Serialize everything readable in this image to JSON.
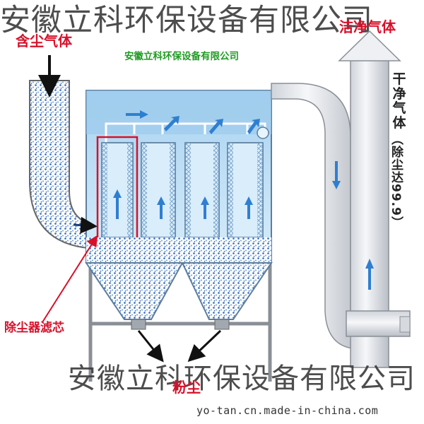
{
  "watermark": {
    "top": "安徽立科环保设备有限公司",
    "bottom": "安徽立科环保设备有限公司"
  },
  "labels": {
    "dusty_gas": "含尘气体",
    "clean_gas": "洁净气体",
    "company_green": "安徽立科环保设备有限公司",
    "dry_gas": "干净气体",
    "removal_rate": "（除尘达99.9）",
    "filter_cartridge": "除尘器滤芯",
    "dust": "粉尘",
    "source_url": "yo-tan.cn.made-in-china.com"
  },
  "colors": {
    "label_red": "#d8102a",
    "company_green": "#1f9b22",
    "housing_blue": "#bfe1f6",
    "dust_blue": "#3a76c8",
    "duct_gray": "#e6e8ec",
    "arrow_blue": "#2f7fd0"
  }
}
